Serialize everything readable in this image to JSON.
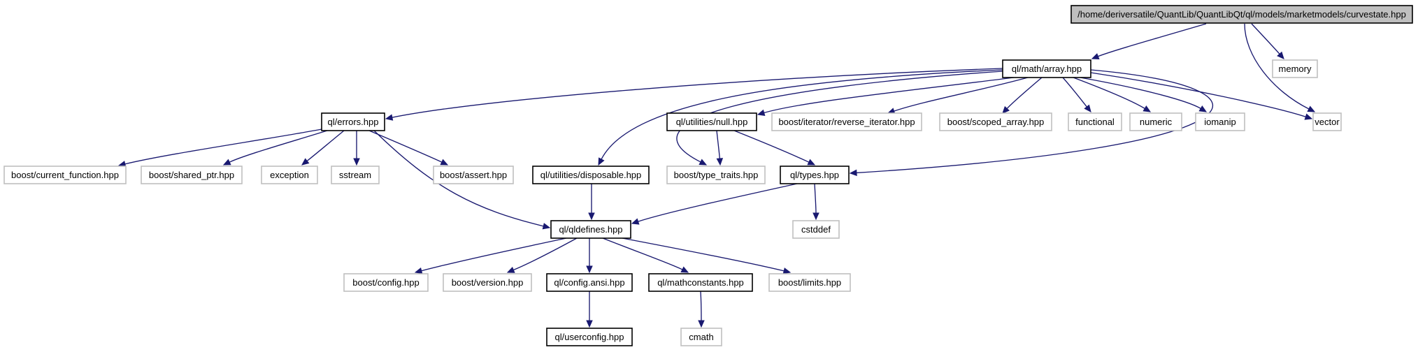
{
  "diagram": {
    "nodes": [
      {
        "id": "root",
        "label": "/home/deriversatile/QuantLib/QuantLibQt/ql/models/marketmodels/curvestate.hpp",
        "style": "root"
      },
      {
        "id": "array",
        "label": "ql/math/array.hpp",
        "style": "solid"
      },
      {
        "id": "memory",
        "label": "memory",
        "style": "light"
      },
      {
        "id": "vector",
        "label": "vector",
        "style": "light"
      },
      {
        "id": "errors",
        "label": "ql/errors.hpp",
        "style": "solid"
      },
      {
        "id": "nullhpp",
        "label": "ql/utilities/null.hpp",
        "style": "solid"
      },
      {
        "id": "revit",
        "label": "boost/iterator/reverse_iterator.hpp",
        "style": "light"
      },
      {
        "id": "scopedarr",
        "label": "boost/scoped_array.hpp",
        "style": "light"
      },
      {
        "id": "functional",
        "label": "functional",
        "style": "light"
      },
      {
        "id": "numeric",
        "label": "numeric",
        "style": "light"
      },
      {
        "id": "iomanip",
        "label": "iomanip",
        "style": "light"
      },
      {
        "id": "curfunc",
        "label": "boost/current_function.hpp",
        "style": "light"
      },
      {
        "id": "sharedptr",
        "label": "boost/shared_ptr.hpp",
        "style": "light"
      },
      {
        "id": "exception",
        "label": "exception",
        "style": "light"
      },
      {
        "id": "sstream",
        "label": "sstream",
        "style": "light"
      },
      {
        "id": "assert",
        "label": "boost/assert.hpp",
        "style": "light"
      },
      {
        "id": "disposable",
        "label": "ql/utilities/disposable.hpp",
        "style": "solid"
      },
      {
        "id": "typetraits",
        "label": "boost/type_traits.hpp",
        "style": "light"
      },
      {
        "id": "types",
        "label": "ql/types.hpp",
        "style": "solid"
      },
      {
        "id": "qldefines",
        "label": "ql/qldefines.hpp",
        "style": "solid"
      },
      {
        "id": "cstddef",
        "label": "cstddef",
        "style": "light"
      },
      {
        "id": "config",
        "label": "boost/config.hpp",
        "style": "light"
      },
      {
        "id": "version",
        "label": "boost/version.hpp",
        "style": "light"
      },
      {
        "id": "configansi",
        "label": "ql/config.ansi.hpp",
        "style": "solid"
      },
      {
        "id": "mathconst",
        "label": "ql/mathconstants.hpp",
        "style": "solid"
      },
      {
        "id": "limits",
        "label": "boost/limits.hpp",
        "style": "light"
      },
      {
        "id": "userconfig",
        "label": "ql/userconfig.hpp",
        "style": "solid"
      },
      {
        "id": "cmath",
        "label": "cmath",
        "style": "light"
      }
    ],
    "edges": [
      {
        "from": "root",
        "to": "array"
      },
      {
        "from": "root",
        "to": "memory"
      },
      {
        "from": "root",
        "to": "vector"
      },
      {
        "from": "array",
        "to": "errors"
      },
      {
        "from": "array",
        "to": "disposable"
      },
      {
        "from": "array",
        "to": "typetraits"
      },
      {
        "from": "array",
        "to": "nullhpp"
      },
      {
        "from": "array",
        "to": "revit"
      },
      {
        "from": "array",
        "to": "scopedarr"
      },
      {
        "from": "array",
        "to": "functional"
      },
      {
        "from": "array",
        "to": "numeric"
      },
      {
        "from": "array",
        "to": "iomanip"
      },
      {
        "from": "array",
        "to": "vector"
      },
      {
        "from": "array",
        "to": "types"
      },
      {
        "from": "errors",
        "to": "curfunc"
      },
      {
        "from": "errors",
        "to": "sharedptr"
      },
      {
        "from": "errors",
        "to": "exception"
      },
      {
        "from": "errors",
        "to": "sstream"
      },
      {
        "from": "errors",
        "to": "assert"
      },
      {
        "from": "errors",
        "to": "qldefines"
      },
      {
        "from": "nullhpp",
        "to": "typetraits"
      },
      {
        "from": "nullhpp",
        "to": "types"
      },
      {
        "from": "disposable",
        "to": "qldefines"
      },
      {
        "from": "types",
        "to": "qldefines"
      },
      {
        "from": "types",
        "to": "cstddef"
      },
      {
        "from": "qldefines",
        "to": "config"
      },
      {
        "from": "qldefines",
        "to": "version"
      },
      {
        "from": "qldefines",
        "to": "configansi"
      },
      {
        "from": "qldefines",
        "to": "mathconst"
      },
      {
        "from": "qldefines",
        "to": "limits"
      },
      {
        "from": "configansi",
        "to": "userconfig"
      },
      {
        "from": "mathconst",
        "to": "cmath"
      }
    ]
  }
}
